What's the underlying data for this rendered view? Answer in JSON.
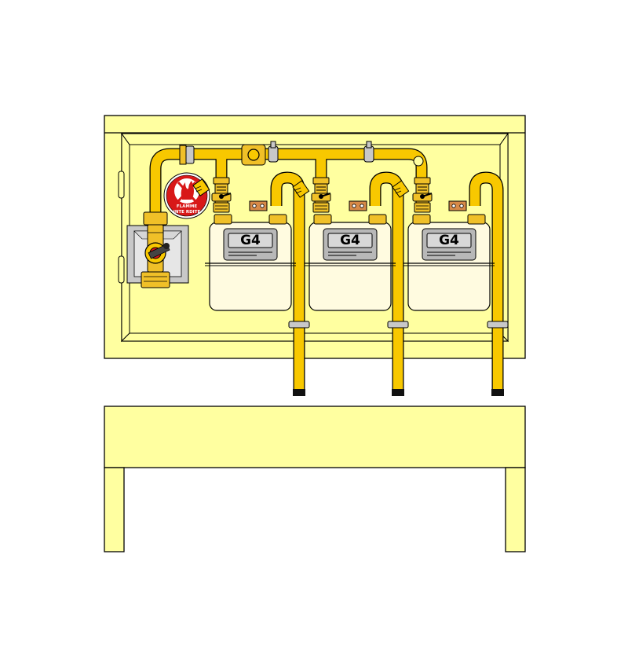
{
  "colors": {
    "cabinet_fill": "#ffffa0",
    "pipe": "#f8c800",
    "meter_body": "#fffbe0",
    "sign_red": "#d81818",
    "copper": "#d88a48",
    "grey": "#c8c8c8"
  },
  "meters": [
    {
      "label": "G4"
    },
    {
      "label": "G4"
    },
    {
      "label": "G4"
    }
  ],
  "sign": {
    "line1": "FLAMME",
    "line2": "INTE RDITE",
    "icon": "no-flame-icon"
  },
  "main_valve": {
    "icon": "quarter-turn-valve-icon"
  }
}
